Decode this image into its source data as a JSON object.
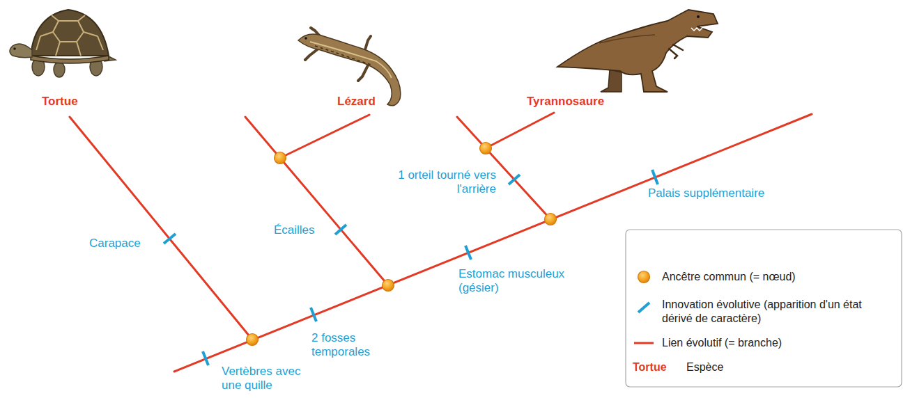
{
  "diagram": {
    "labels": [
      "Tortue",
      "Lézard",
      "Tyrannosaure",
      "Carapace",
      "Écailles",
      "1 orteil tourné vers l'arrière",
      "Palais supplémentaire",
      "Estomac musculeux (gésier)",
      "2 fosses temporales",
      "Vertèbres avec une quille",
      "Tortue"
    ],
    "legend": [
      {
        "text": "Ancêtre commun (= nœud)"
      },
      {
        "text": "Innovation évolutive (apparition d'un état dérivé de caractère)"
      },
      {
        "text": "Lien évolutif (= branche)"
      },
      {
        "text": "Espèce"
      }
    ]
  }
}
